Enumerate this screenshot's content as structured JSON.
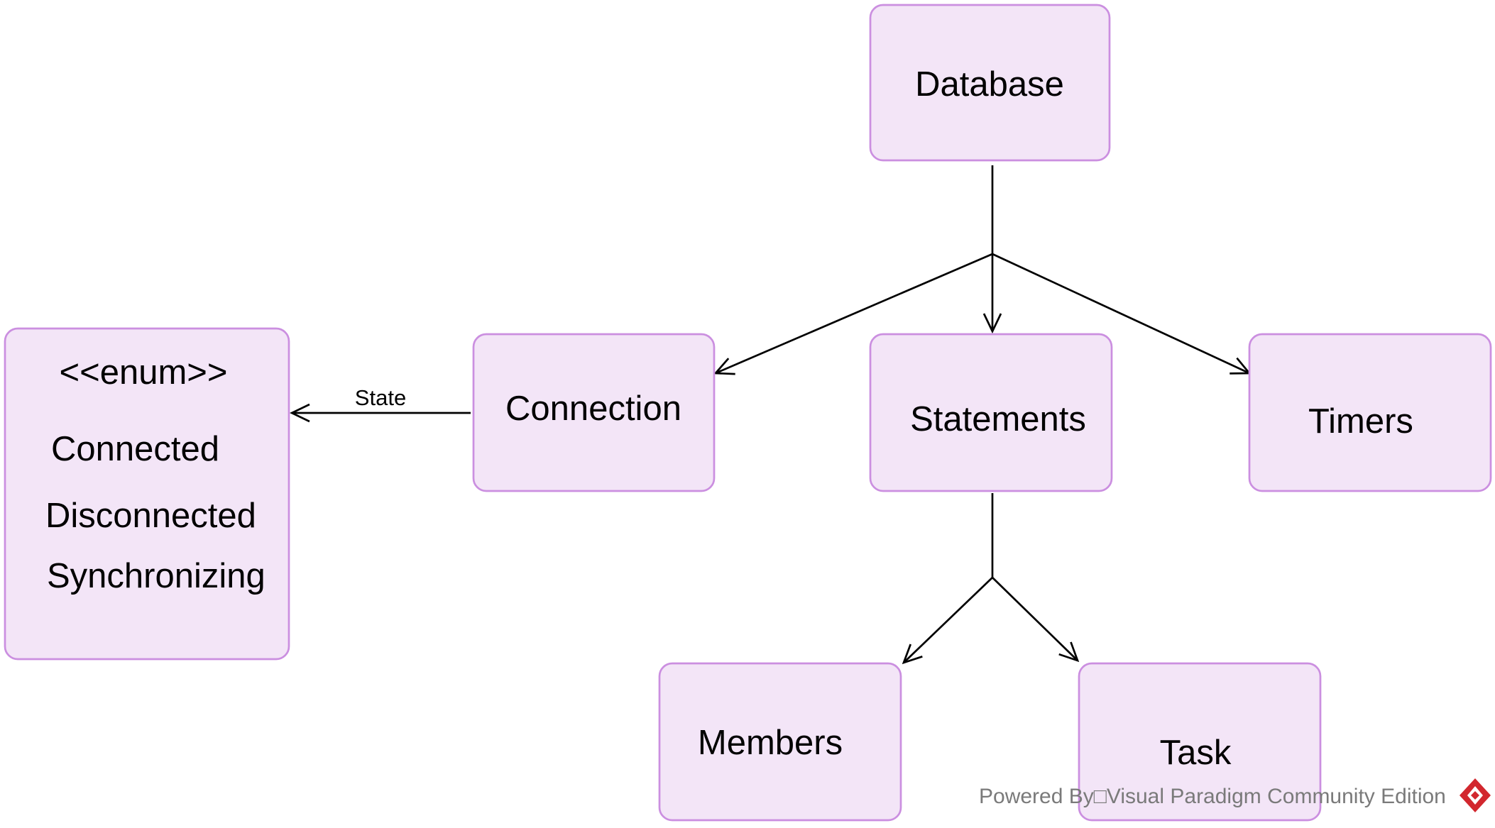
{
  "diagram": {
    "nodes": {
      "database": {
        "label": "Database"
      },
      "connection": {
        "label": "Connection"
      },
      "statements": {
        "label": "Statements"
      },
      "timers": {
        "label": "Timers"
      },
      "members": {
        "label": "Members"
      },
      "task": {
        "label": "Task"
      },
      "enum": {
        "stereotype": "<<enum>>",
        "literals": [
          "Connected",
          "Disconnected",
          "Synchronizing"
        ]
      }
    },
    "edges": [
      {
        "from": "database",
        "to": "connection",
        "label": ""
      },
      {
        "from": "database",
        "to": "statements",
        "label": ""
      },
      {
        "from": "database",
        "to": "timers",
        "label": ""
      },
      {
        "from": "statements",
        "to": "members",
        "label": ""
      },
      {
        "from": "statements",
        "to": "task",
        "label": ""
      },
      {
        "from": "connection",
        "to": "enum",
        "label": "State"
      }
    ],
    "colors": {
      "node_fill": "#f3e5f7",
      "node_border": "#cb8fe0",
      "line": "#000000",
      "watermark": "#7a7a7a",
      "logo": "#d2272e"
    }
  },
  "watermark": {
    "text": "Powered By□Visual Paradigm Community Edition",
    "icon": "visual-paradigm-logo-icon"
  }
}
